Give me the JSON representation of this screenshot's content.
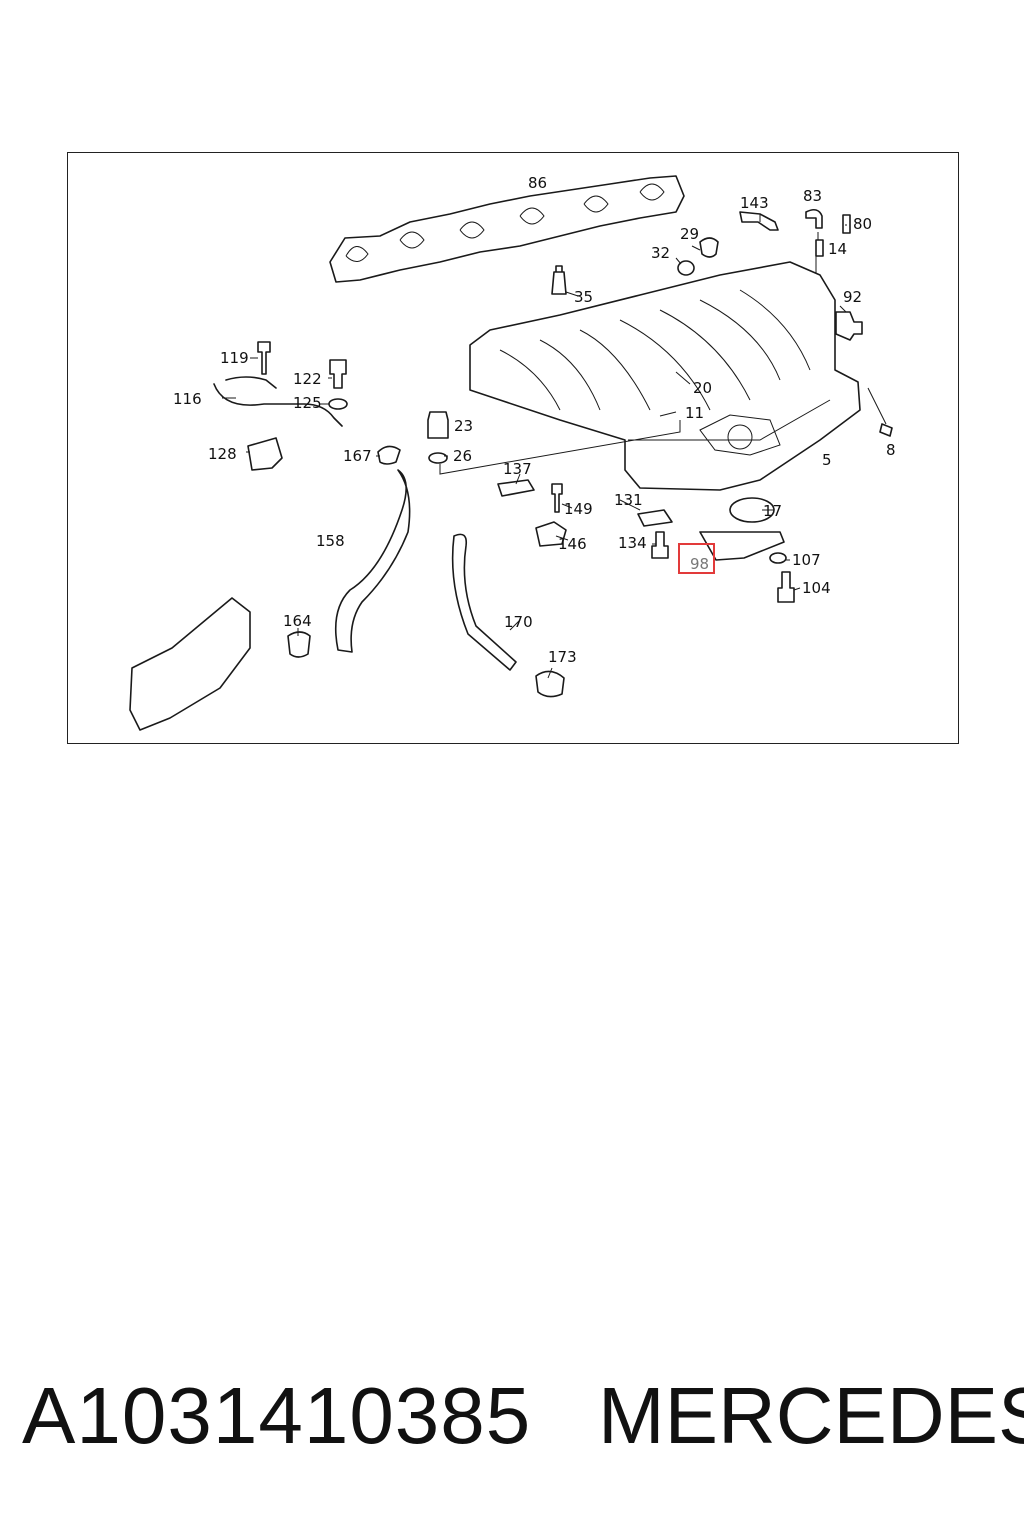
{
  "diagram": {
    "callouts": [
      {
        "id": "86",
        "label": "86"
      },
      {
        "id": "143",
        "label": "143"
      },
      {
        "id": "83",
        "label": "83"
      },
      {
        "id": "80",
        "label": "80"
      },
      {
        "id": "29",
        "label": "29"
      },
      {
        "id": "32",
        "label": "32"
      },
      {
        "id": "14",
        "label": "14"
      },
      {
        "id": "35",
        "label": "35"
      },
      {
        "id": "92",
        "label": "92"
      },
      {
        "id": "119",
        "label": "119"
      },
      {
        "id": "122",
        "label": "122"
      },
      {
        "id": "116",
        "label": "116"
      },
      {
        "id": "125",
        "label": "125"
      },
      {
        "id": "20",
        "label": "20"
      },
      {
        "id": "11",
        "label": "11"
      },
      {
        "id": "23",
        "label": "23"
      },
      {
        "id": "8",
        "label": "8"
      },
      {
        "id": "128",
        "label": "128"
      },
      {
        "id": "167",
        "label": "167"
      },
      {
        "id": "26",
        "label": "26"
      },
      {
        "id": "5",
        "label": "5"
      },
      {
        "id": "137",
        "label": "137"
      },
      {
        "id": "131",
        "label": "131"
      },
      {
        "id": "149",
        "label": "149"
      },
      {
        "id": "17",
        "label": "17"
      },
      {
        "id": "158",
        "label": "158"
      },
      {
        "id": "134",
        "label": "134"
      },
      {
        "id": "146",
        "label": "146"
      },
      {
        "id": "98",
        "label": "98"
      },
      {
        "id": "107",
        "label": "107"
      },
      {
        "id": "104",
        "label": "104"
      },
      {
        "id": "164",
        "label": "164"
      },
      {
        "id": "170",
        "label": "170"
      },
      {
        "id": "173",
        "label": "173"
      }
    ],
    "highlighted_callout": "98",
    "highlight_color": "#e23a3a"
  },
  "footer": {
    "part_number": "A1031410385",
    "brand": "MERCEDES"
  }
}
